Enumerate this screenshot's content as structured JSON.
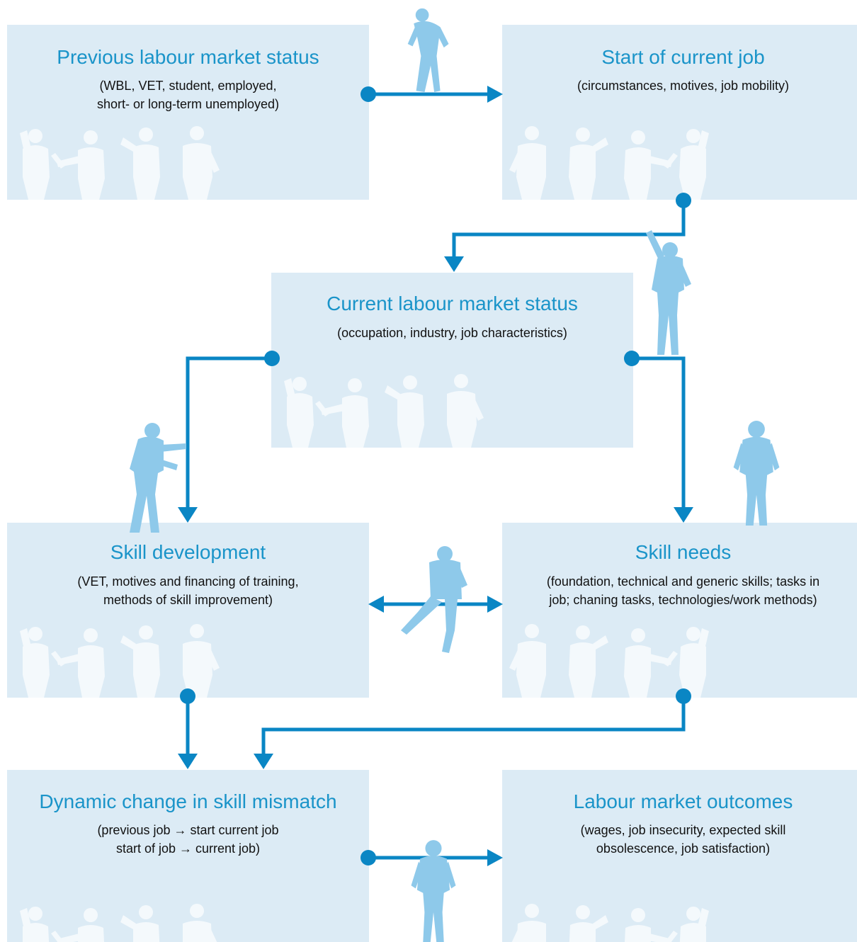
{
  "colors": {
    "box_fill": "#dcebf5",
    "title": "#1a94c9",
    "connector": "#0a86c4",
    "worker": "#8ec9ea",
    "crowd": "#f4f9fc"
  },
  "boxes": {
    "previous_status": {
      "title": "Previous labour market status",
      "line1": "(WBL, VET, student, employed,",
      "line2": "short- or long-term unemployed)"
    },
    "start_current_job": {
      "title": "Start of current job",
      "line1": "(circumstances, motives, job mobility)"
    },
    "current_status": {
      "title": "Current labour market status",
      "line1": "(occupation, industry, job characteristics)"
    },
    "skill_development": {
      "title": "Skill development",
      "line1": "(VET, motives and financing of training,",
      "line2": "methods of skill improvement)"
    },
    "skill_needs": {
      "title": "Skill needs",
      "line1": "(foundation, technical and generic skills; tasks in",
      "line2": "job; chaning tasks, technologies/work methods)"
    },
    "dynamic_change": {
      "title": "Dynamic change in skill mismatch",
      "line1": "(previous job → start current job",
      "line2": "start of job → current job)"
    },
    "outcomes": {
      "title": "Labour market outcomes",
      "line1": "(wages, job insecurity, expected skill",
      "line2": "obsolescence, job satisfaction)"
    }
  }
}
